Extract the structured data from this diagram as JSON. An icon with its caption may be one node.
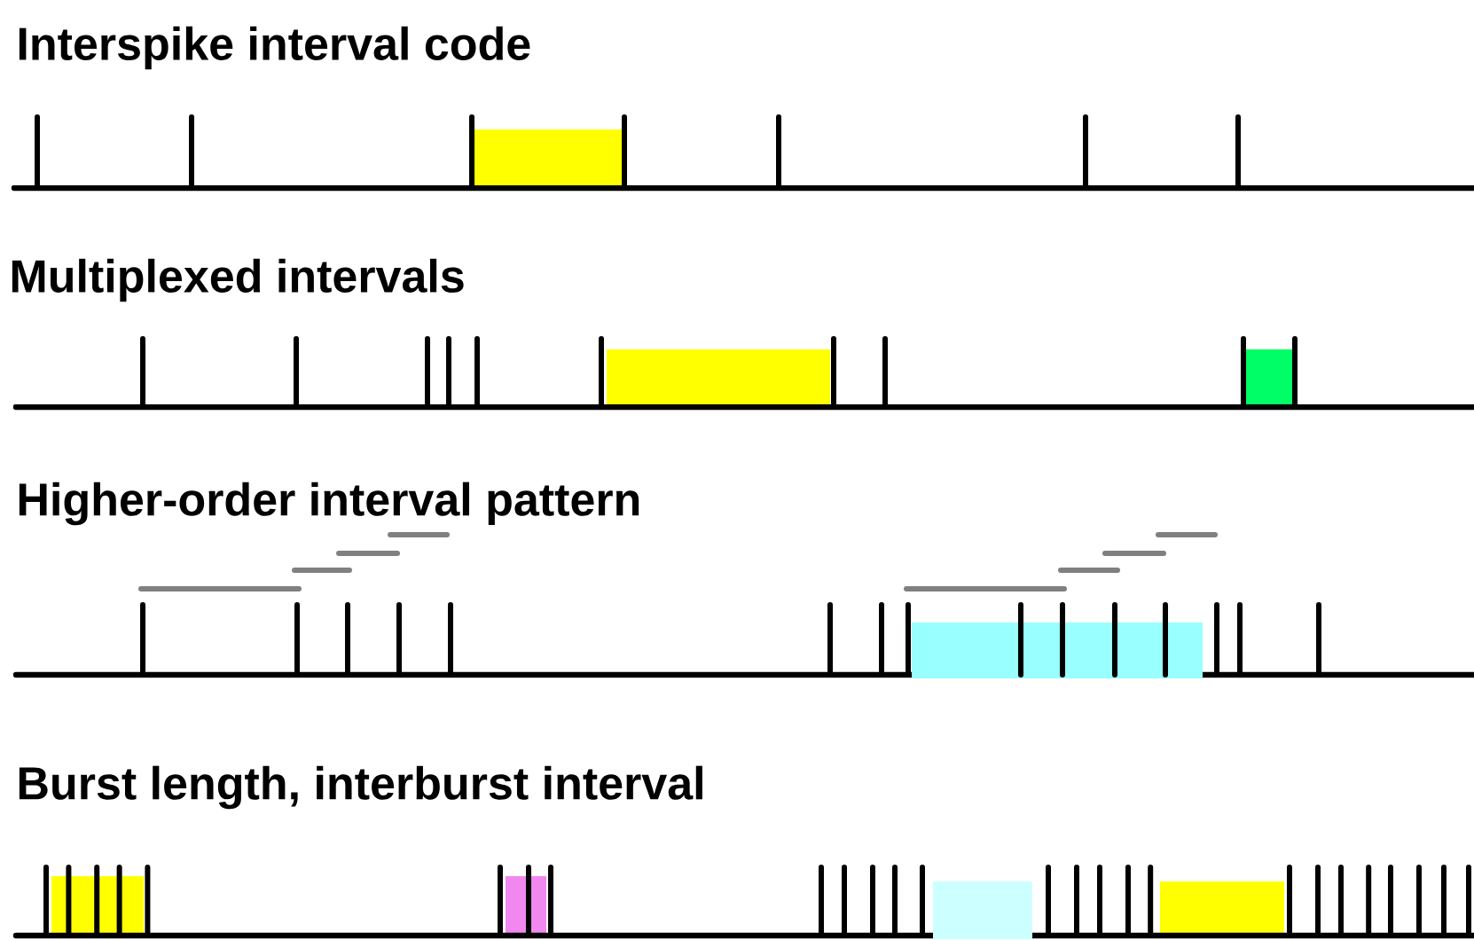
{
  "diagram": {
    "labels": [
      "Interspike interval code",
      "Multiplexed intervals",
      "Higher-order interval pattern",
      "Burst length, interburst interval"
    ]
  }
}
